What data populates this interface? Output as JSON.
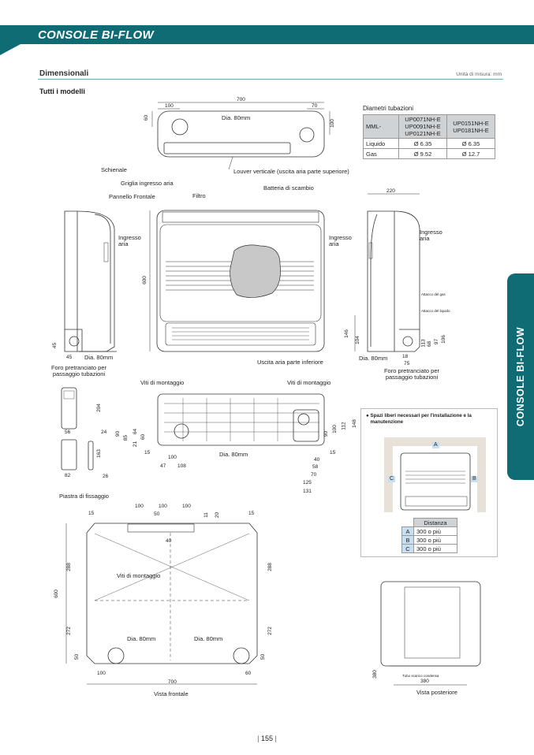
{
  "header": {
    "title": "CONSOLE BI-FLOW"
  },
  "section": {
    "title": "Dimensionali",
    "unit": "Unità di misura: mm",
    "subtitle": "Tutti i modelli"
  },
  "side_tab": "CONSOLE BI-FLOW",
  "pipes": {
    "title": "Diametri tubazioni",
    "head_label": "MML-",
    "models_a": "UP0071NH-E UP0091NH-E UP0121NH-E",
    "models_b": "UP0151NH-E UP0181NH-E",
    "rows": [
      {
        "label": "Liquido",
        "a": "Ø 6.35",
        "b": "Ø 6.35"
      },
      {
        "label": "Gas",
        "a": "Ø 9.52",
        "b": "Ø 12.7"
      }
    ]
  },
  "top_view": {
    "d700": "700",
    "d100": "100",
    "d70": "70",
    "d60": "60",
    "d100v": "100",
    "dia": "Dia. 80mm",
    "louver": "Louver verticale (uscita aria parte superiore)"
  },
  "front": {
    "schienale": "Schienale",
    "griglia": "Griglia ingresso aria",
    "pannello": "Pannello Frontale",
    "filtro": "Filtro",
    "batteria": "Batteria di scambio",
    "ingresso_l": "Ingresso aria",
    "ingresso_r": "Ingresso aria",
    "ingresso_rr": "Ingresso aria",
    "d600": "600",
    "uscita": "Uscita aria parte inferiore",
    "d45v": "45",
    "d45": "45",
    "dia_l": "Dia. 80mm",
    "foro_l": "Foro pretranciato per passaggio tubazioni",
    "d220": "220",
    "attacco_gas": "Attacco del gas",
    "attacco_liq": "Attacco del liquido",
    "d146": "146",
    "d104": "104",
    "d113": "113",
    "d68": "68",
    "d97": "97",
    "d106": "106",
    "d18": "18",
    "d75": "75",
    "dia_r": "Dia. 80mm",
    "foro_r": "Foro pretranciato per passaggio tubazioni"
  },
  "remote": {
    "d204": "204",
    "d56": "56",
    "d24": "24",
    "d163": "163",
    "d82": "82",
    "d26": "26"
  },
  "bottom_view": {
    "viti_l": "Viti di montaggio",
    "viti_r": "Viti di montaggio",
    "d90": "90",
    "d85": "85",
    "d64": "64",
    "d60": "60",
    "d21": "21",
    "d15": "15",
    "d100": "100",
    "d47": "47",
    "d108": "108",
    "dia": "Dia. 80mm",
    "d90r": "90",
    "d100r": "100",
    "d112": "112",
    "d148": "148",
    "d15r": "15",
    "d40": "40",
    "d58": "58",
    "d70": "70",
    "d125": "125",
    "d131": "131"
  },
  "clearance": {
    "title": "Spazi liberi necessari per l'installazione e la manutenzione",
    "header": "Distanza",
    "rows": [
      {
        "k": "A",
        "v": "300 o più"
      },
      {
        "k": "B",
        "v": "300 o più"
      },
      {
        "k": "C",
        "v": "300 o più"
      }
    ],
    "mark_a": "A",
    "mark_b": "B",
    "mark_c": "C"
  },
  "plate": {
    "title": "Piastra di fissaggio",
    "d15": "15",
    "d100a": "100",
    "d100b": "100",
    "d100c": "100",
    "d50": "50",
    "d11": "11",
    "d20": "20",
    "d15r": "15",
    "d40": "40",
    "d288l": "288",
    "d288r": "288",
    "d600": "600",
    "d272l": "272",
    "d272r": "272",
    "viti": "Viti di montaggio",
    "dia_l": "Dia. 80mm",
    "dia_r": "Dia. 80mm",
    "d50l": "50",
    "d50r": "50",
    "d100": "100",
    "d60": "60",
    "d700": "700",
    "caption": "Vista frontale"
  },
  "rear": {
    "d380v": "380",
    "d380": "380",
    "tubo": "Tubo scarico condensa",
    "caption": "Vista posteriore"
  },
  "page_number": "155"
}
